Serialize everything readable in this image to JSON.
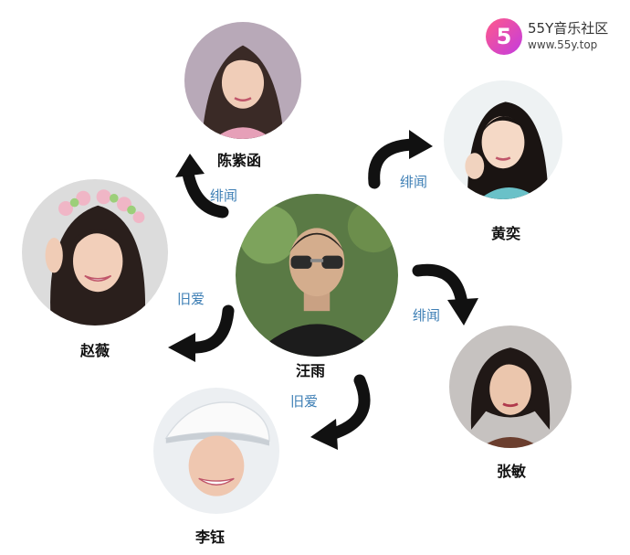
{
  "watermark": {
    "logo_text": "5",
    "title": "55Y音乐社区",
    "url": "www.55y.top",
    "logo_color": "#e0457b"
  },
  "center": {
    "name": "汪雨"
  },
  "people": [
    {
      "id": "chen",
      "name": "陈紫函",
      "relation": "绯闻"
    },
    {
      "id": "huang",
      "name": "黄奕",
      "relation": "绯闻"
    },
    {
      "id": "zhang",
      "name": "张敏",
      "relation": "绯闻"
    },
    {
      "id": "li",
      "name": "李钰",
      "relation": "旧爱"
    },
    {
      "id": "zhao",
      "name": "赵薇",
      "relation": "旧爱"
    }
  ],
  "colors": {
    "arrow": "#111111",
    "relation_text": "#3e7fb5"
  }
}
